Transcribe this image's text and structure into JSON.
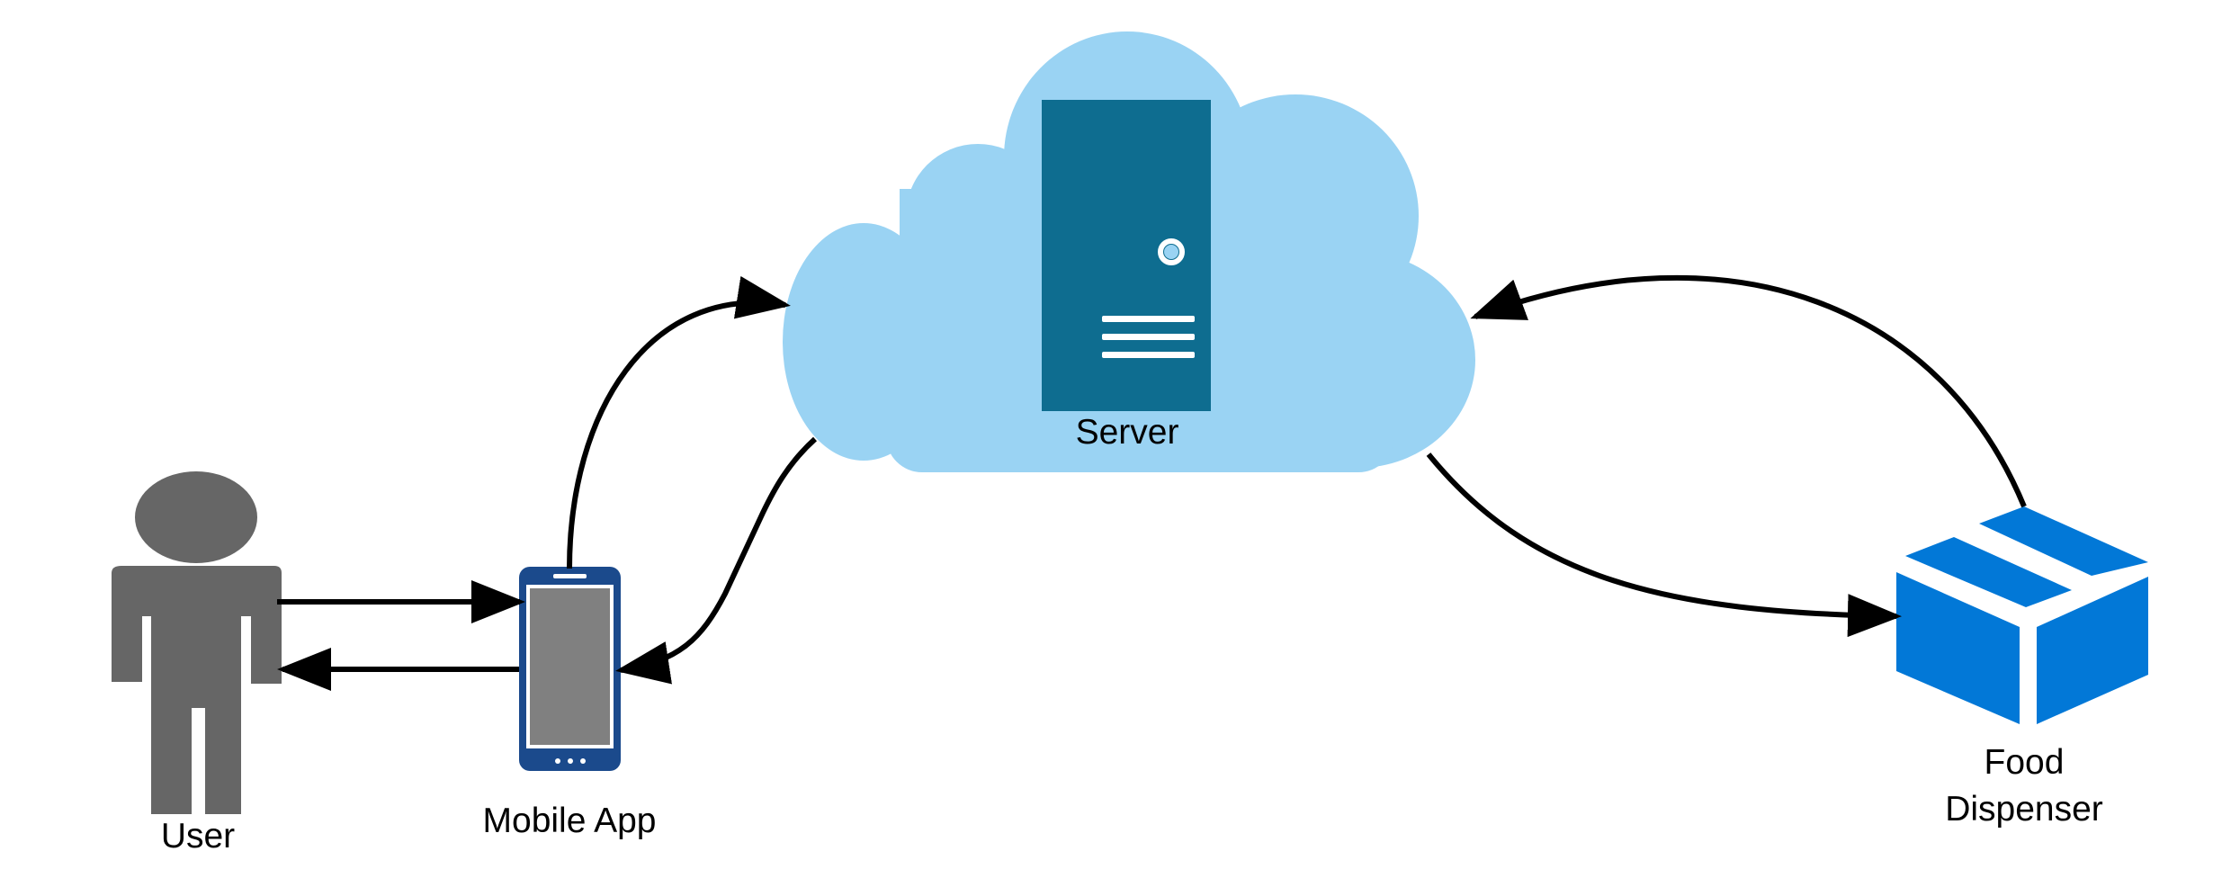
{
  "nodes": {
    "user": {
      "label": "User",
      "icon": "person-icon",
      "color": "#666666"
    },
    "mobile_app": {
      "label": "Mobile App",
      "icon": "smartphone-icon",
      "frame_color": "#1b4a8c",
      "screen_color": "#808080"
    },
    "server": {
      "label": "Server",
      "icon": "server-tower-icon",
      "cloud_icon": "cloud-icon",
      "cloud_color": "#9ad3f3",
      "tower_color": "#0e6d90"
    },
    "food_dispenser": {
      "label_line1": "Food",
      "label_line2": "Dispenser",
      "icon": "box-icon",
      "color": "#0278d7"
    }
  },
  "connections": [
    {
      "from": "user",
      "to": "mobile_app"
    },
    {
      "from": "mobile_app",
      "to": "user"
    },
    {
      "from": "mobile_app",
      "to": "server"
    },
    {
      "from": "server",
      "to": "mobile_app"
    },
    {
      "from": "server",
      "to": "food_dispenser"
    },
    {
      "from": "food_dispenser",
      "to": "server"
    }
  ],
  "edge_color": "#000000"
}
